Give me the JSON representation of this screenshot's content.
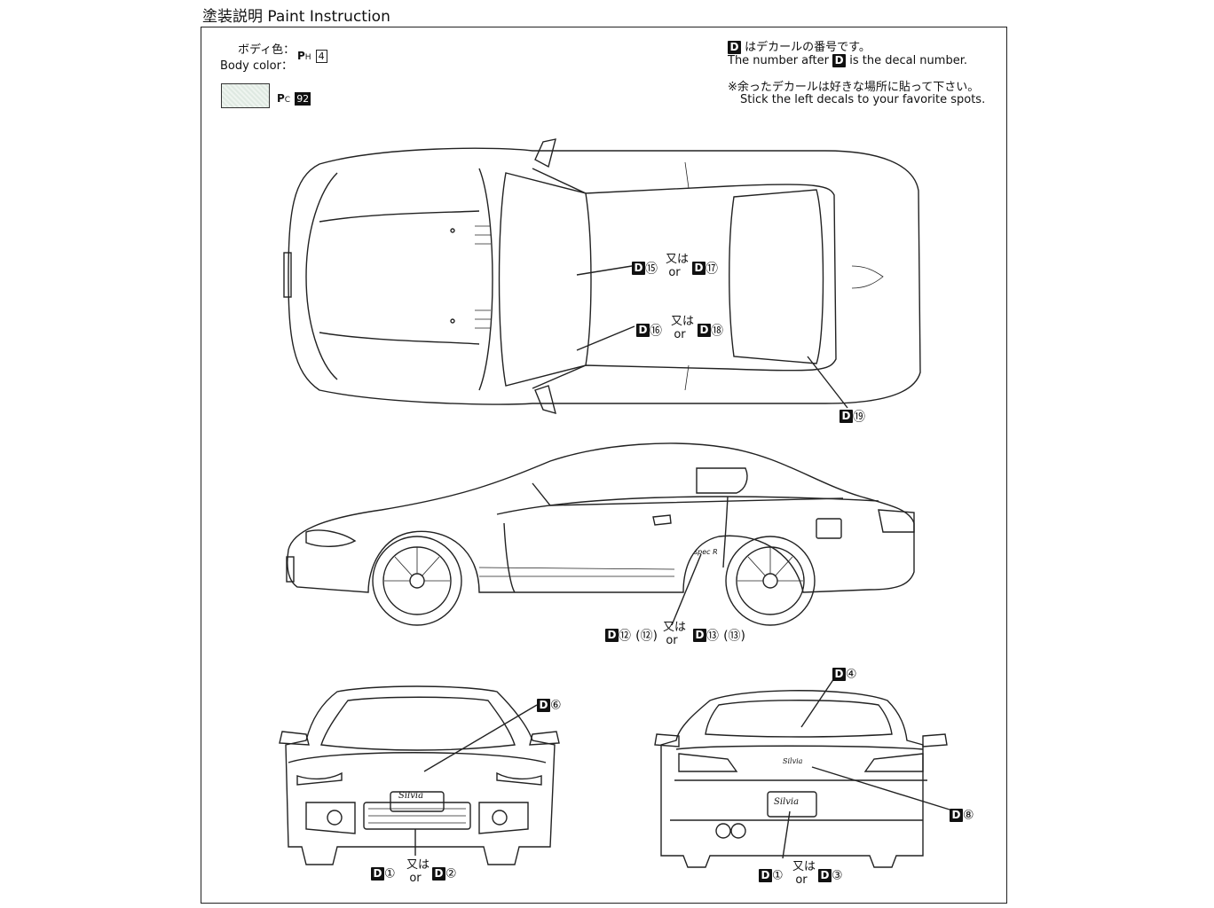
{
  "header": {
    "title": "塗装説明 Paint Instruction"
  },
  "body_color": {
    "label_jp": "ボディ色：",
    "label_en": "Body color：",
    "code_prefix": "P",
    "code_sub": "H",
    "code_num": "4"
  },
  "swatch_color": {
    "code_prefix": "P",
    "code_sub": "C",
    "code_num": "92"
  },
  "notes": {
    "line1_jp": "はデカールの番号です。",
    "line2_pre": "The number after",
    "line2_post": "is the decal number.",
    "line3_jp": "※余ったデカールは好きな場所に貼って下さい。",
    "line4_en": "Stick the left decals to your favorite spots."
  },
  "decal_marker": "D",
  "word_mata": "又は",
  "word_or": "or",
  "callouts": {
    "d15": "⑮",
    "d17": "⑰",
    "d16": "⑯",
    "d18": "⑱",
    "d19": "⑲",
    "d12": "⑫",
    "d12b": "(⑫)",
    "d13": "⑬",
    "d13b": "(⑬)",
    "d6": "⑥",
    "d1": "①",
    "d2": "②",
    "d4": "④",
    "d8": "⑧",
    "d1r": "①",
    "d3": "③"
  },
  "car_badges": {
    "front_plate": "Silvia",
    "rear_script": "Silvia",
    "rear_plate": "Silvia",
    "side_badge": "spec R"
  }
}
